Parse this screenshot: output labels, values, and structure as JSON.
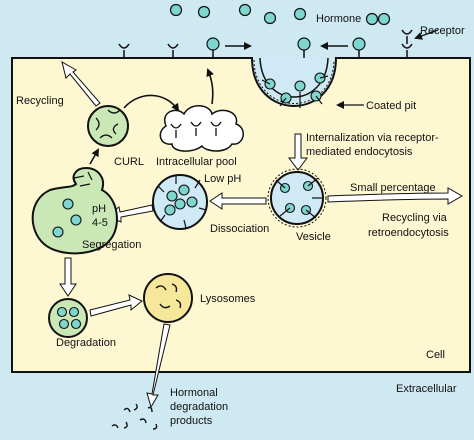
{
  "colors": {
    "extracellular": "#cfe9f2",
    "cytoplasm": "#fdf7d2",
    "hormone": "#7fd6cf",
    "endosome_blue": "#cfe9f7",
    "curl_green": "#c9e8b6",
    "lysosome_yellow": "#f6e79a",
    "outline": "#111111"
  },
  "labels": {
    "hormone": "Hormone",
    "receptor": "Receptor",
    "recycling": "Recycling",
    "coated_pit": "Coated pit",
    "internalization_line1": "Internalization via receptor-",
    "internalization_line2": "mediated endocytosis",
    "curl": "CURL",
    "intracellular_pool": "Intracellular pool",
    "low_ph": "Low pH",
    "ph_line1": "pH",
    "ph_line2": "4-5",
    "segregation": "Segregation",
    "dissociation": "Dissociation",
    "vesicle": "Vesicle",
    "small_percentage": "Small percentage",
    "recycling_via_line1": "Recycling via",
    "recycling_via_line2": "retroendocytosis",
    "lysosomes": "Lysosomes",
    "degradation": "Degradation",
    "cell": "Cell",
    "extracellular": "Extracellular",
    "hormonal_line1": "Hormonal",
    "hormonal_line2": "degradation",
    "hormonal_line3": "products"
  }
}
